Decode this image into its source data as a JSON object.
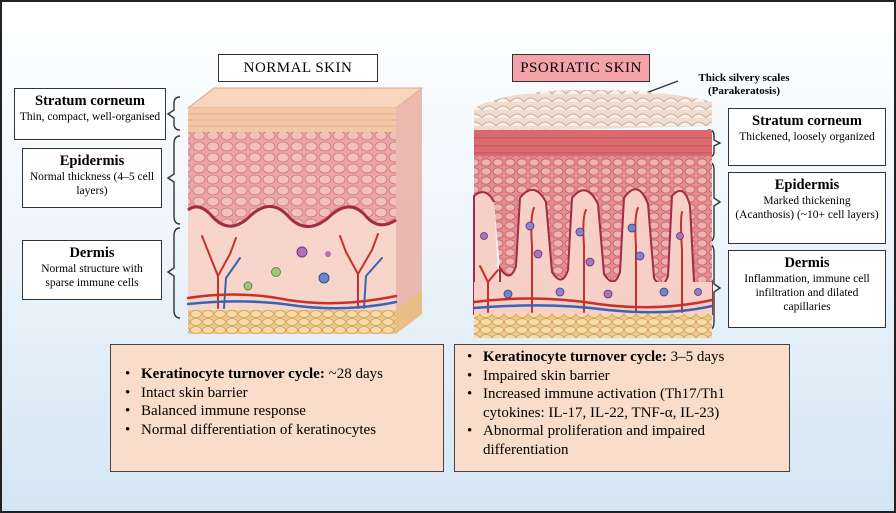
{
  "normal": {
    "title": "NORMAL SKIN",
    "stratum_corneum": {
      "heading": "Stratum corneum",
      "text": "Thin, compact, well-organised"
    },
    "epidermis": {
      "heading": "Epidermis",
      "text": "Normal thickness (4–5 cell layers)"
    },
    "dermis": {
      "heading": "Dermis",
      "text": "Normal structure with sparse immune cells"
    },
    "facts": [
      {
        "bold": "Keratinocyte turnover cycle:",
        "text": " ~28 days"
      },
      {
        "bold": "",
        "text": "Intact skin barrier"
      },
      {
        "bold": "",
        "text": "Balanced immune response"
      },
      {
        "bold": "",
        "text": "Normal differentiation of keratinocytes"
      }
    ]
  },
  "psoriatic": {
    "title": "PSORIATIC SKIN",
    "scales_annotation": "Thick silvery scales (Parakeratosis)",
    "stratum_corneum": {
      "heading": "Stratum corneum",
      "text": "Thickened, loosely organized"
    },
    "epidermis": {
      "heading": "Epidermis",
      "text": "Marked thickening (Acanthosis) (~10+ cell layers)"
    },
    "dermis": {
      "heading": "Dermis",
      "text": "Inflammation, immune cell infiltration and dilated capillaries"
    },
    "facts": [
      {
        "bold": "Keratinocyte turnover cycle:",
        "text": " 3–5 days"
      },
      {
        "bold": "",
        "text": "Impaired skin barrier"
      },
      {
        "bold": "",
        "text": "Increased immune activation (Th17/Th1 cytokines: IL-17, IL-22, TNF-α, IL-23)"
      },
      {
        "bold": "",
        "text": "Abnormal proliferation and impaired differentiation"
      }
    ]
  },
  "colors": {
    "normal_title_bg": "#ffffff",
    "psoriatic_title_bg": "#f4a3a8",
    "info_bg": "#f9dcc9",
    "epidermis": "#e9a0a0",
    "dermis": "#f7d3c8",
    "vessel_red": "#c8302c",
    "vessel_blue": "#3b63b5"
  }
}
